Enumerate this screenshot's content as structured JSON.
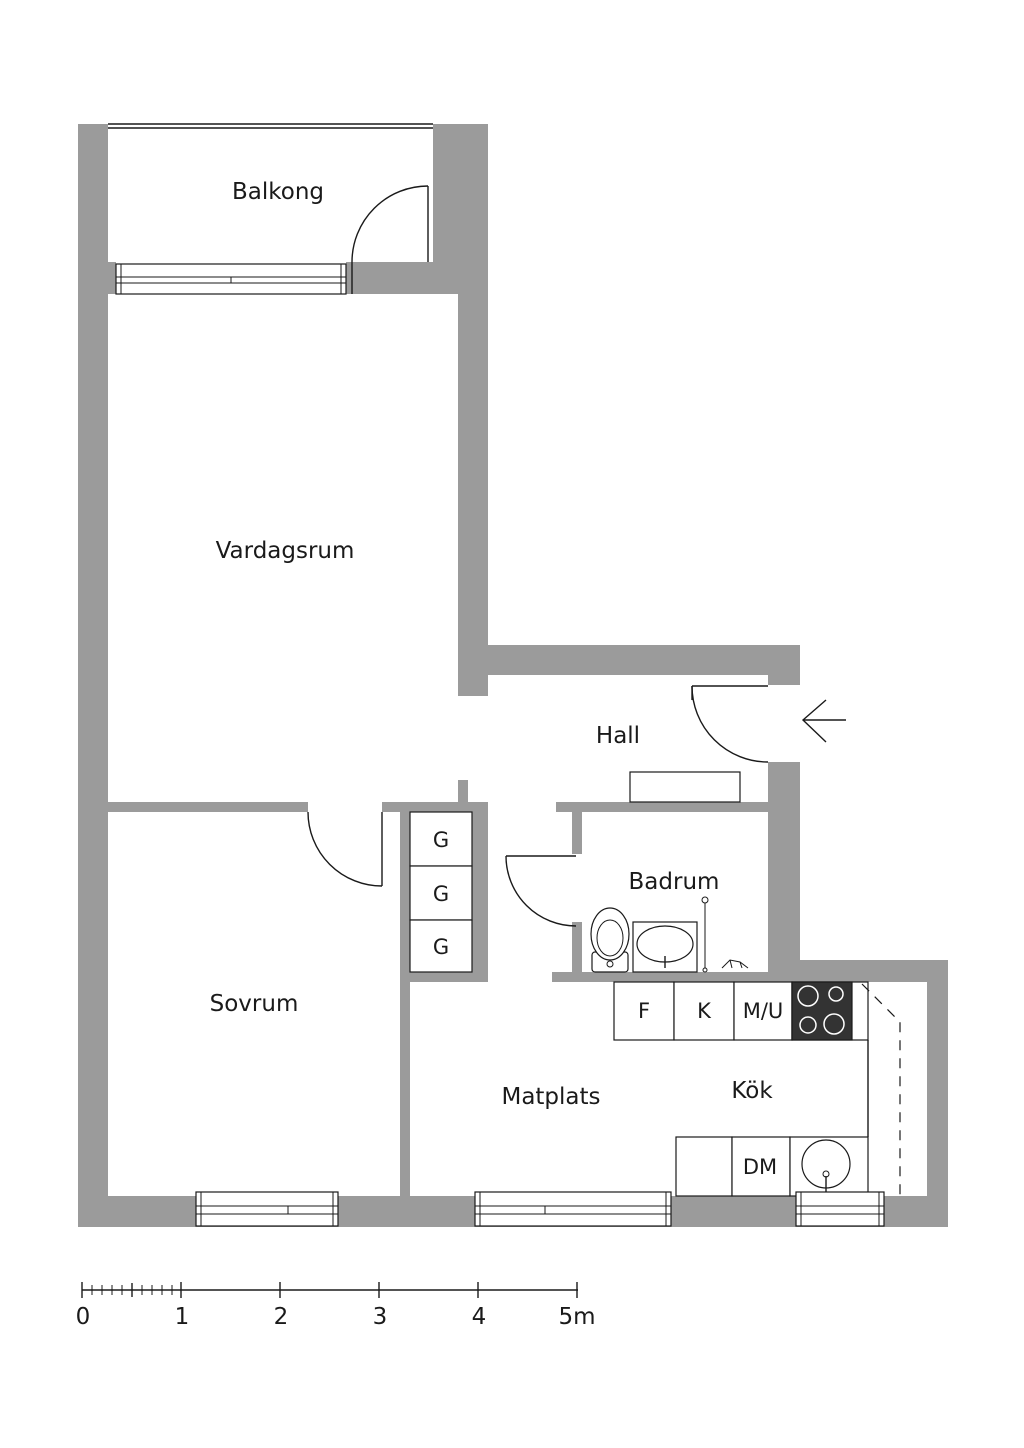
{
  "rooms": {
    "balkong": "Balkong",
    "vardagsrum": "Vardagsrum",
    "hall": "Hall",
    "badrum": "Badrum",
    "sovrum": "Sovrum",
    "matplats": "Matplats",
    "kok": "Kök"
  },
  "wardrobes": [
    "G",
    "G",
    "G"
  ],
  "kitchen_units": {
    "fridge": "F",
    "freezer": "K",
    "microwave": "M/U",
    "dishwasher": "DM"
  },
  "scale": {
    "labels": [
      "0",
      "1",
      "2",
      "3",
      "4",
      "5m"
    ]
  },
  "colors": {
    "wall": "#9b9b9b",
    "line": "#1a1a1a",
    "stove": "#333333"
  }
}
